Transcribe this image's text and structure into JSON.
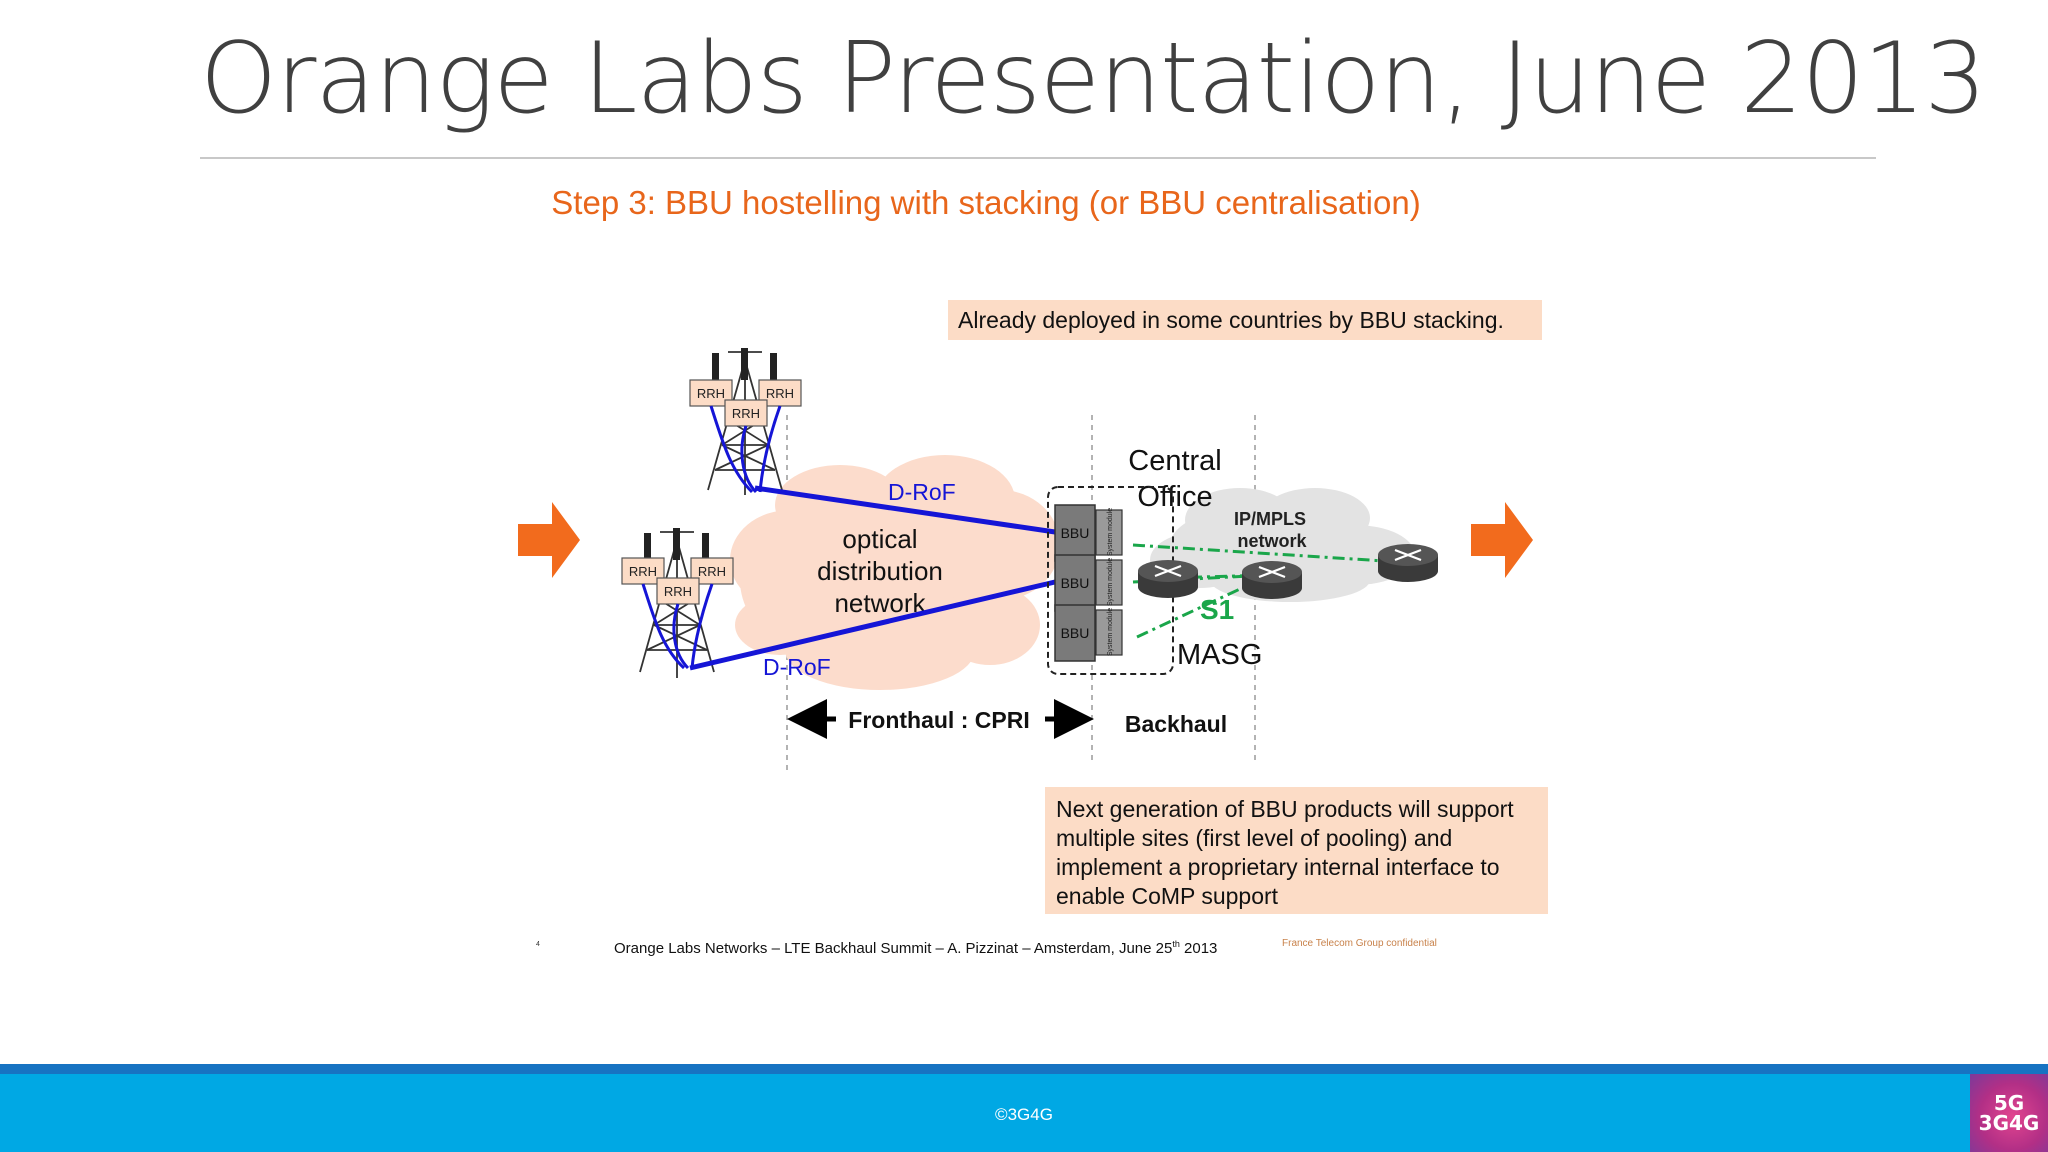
{
  "slide": {
    "title": "Orange Labs Presentation, June 2013",
    "copyright": "©3G4G",
    "badge_top": "5G",
    "badge_bottom": "3G4G"
  },
  "diagram": {
    "heading": "Step 3: BBU hostelling with stacking (or BBU centralisation)",
    "callout_top": "Already deployed in some countries by BBU stacking.",
    "callout_bottom": [
      "Next generation of BBU products will support",
      "multiple sites (first level of pooling) and",
      "implement a proprietary internal interface to",
      "enable CoMP support"
    ],
    "rrh_label": "RRH",
    "bbu_label": "BBU",
    "system_module_label": "System module",
    "droF_label": "D-RoF",
    "cloud_lines": [
      "optical",
      "distribution",
      "network"
    ],
    "central_office": [
      "Central",
      "Office"
    ],
    "ipmpls": [
      "IP/MPLS",
      "network"
    ],
    "s1_label": "S1",
    "masg_label": "MASG",
    "fronthaul_label": "Fronthaul : CPRI",
    "backhaul_label": "Backhaul",
    "page_number": "4",
    "footer_source": "Orange Labs Networks – LTE Backhaul Summit – A. Pizzinat – Amsterdam, June 25",
    "footer_sup": "th",
    "footer_year": " 2013",
    "confidential": "France Telecom Group confidential",
    "colors": {
      "heading": "#e8661b",
      "arrow": "#f26b1d",
      "link": "#1515d6",
      "s1": "#1aa64a",
      "callout": "#fcdcc6",
      "cloud": "#fcdccc"
    }
  }
}
